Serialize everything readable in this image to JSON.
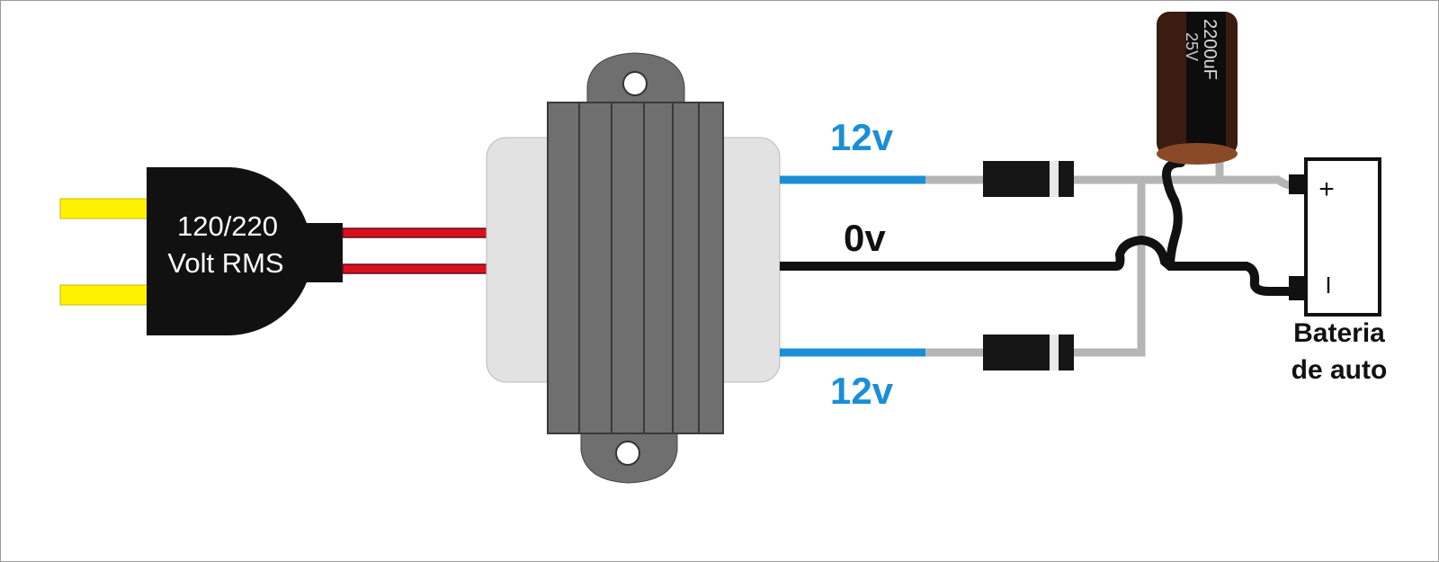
{
  "plug": {
    "line1": "120/220",
    "line2": "Volt RMS"
  },
  "outputs": {
    "top_label": "12v",
    "center_label": "0v",
    "bottom_label": "12v"
  },
  "capacitor": {
    "text1": "2200uF",
    "text2": "25V"
  },
  "battery": {
    "plus": "+",
    "minus": "I",
    "label_line1": "Bateria",
    "label_line2": "de auto"
  },
  "colors": {
    "blue": "#1a8fd6",
    "red": "#d8101c",
    "grey_wire": "#b5b5b5",
    "yellow": "#fff200",
    "core": "#6f6f6f",
    "bobbin": "#e2e2e2"
  }
}
